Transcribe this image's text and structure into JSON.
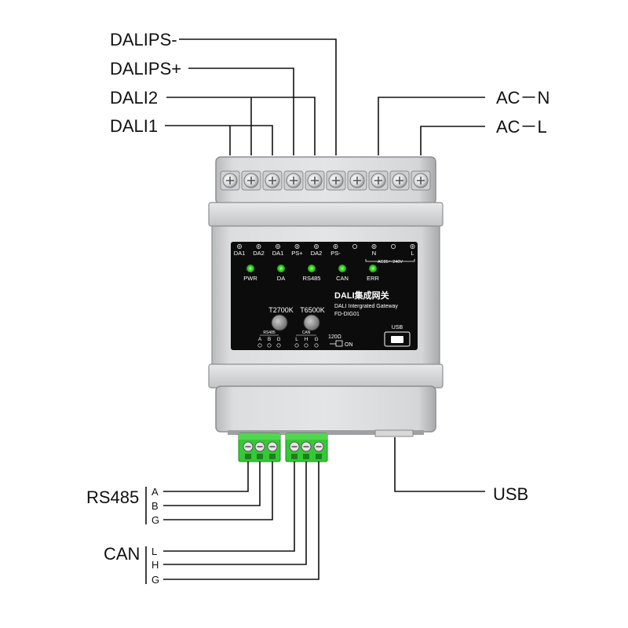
{
  "labels": {
    "dalips_minus": "DALIPS-",
    "dalips_plus": "DALIPS+",
    "dali2": "DALI2",
    "dali1": "DALI1",
    "ac_n": "AC－N",
    "ac_l": "AC－L",
    "rs485": "RS485",
    "rs485_a": "A",
    "rs485_b": "B",
    "rs485_g": "G",
    "can": "CAN",
    "can_l": "L",
    "can_h": "H",
    "can_g": "G",
    "usb": "USB"
  },
  "panel": {
    "terminals": [
      "DA1",
      "DA2",
      "DA1",
      "PS+",
      "DA2",
      "PS-",
      "",
      "N",
      "",
      "L"
    ],
    "ac_range": "AC85～240V",
    "leds": [
      "PWR",
      "DA",
      "RS485",
      "CAN",
      "ERR"
    ],
    "title": "DALI集成网关",
    "subtitle": "DALI Intergrated Gateway",
    "model": "FD-DIG01",
    "knob1": "T2700K",
    "knob2": "T6500K",
    "rs485_header": "RS485",
    "rs485_pins": [
      "A",
      "B",
      "G"
    ],
    "can_header": "CAN",
    "can_pins": [
      "L",
      "H",
      "G"
    ],
    "term_resistor": "120Ω",
    "term_on": "ON",
    "usb": "USB"
  },
  "colors": {
    "led_green": "#36e021",
    "connector_green": "#35c935",
    "panel_black": "#0c0c0c",
    "housing_gray": "#cfd0d2"
  }
}
